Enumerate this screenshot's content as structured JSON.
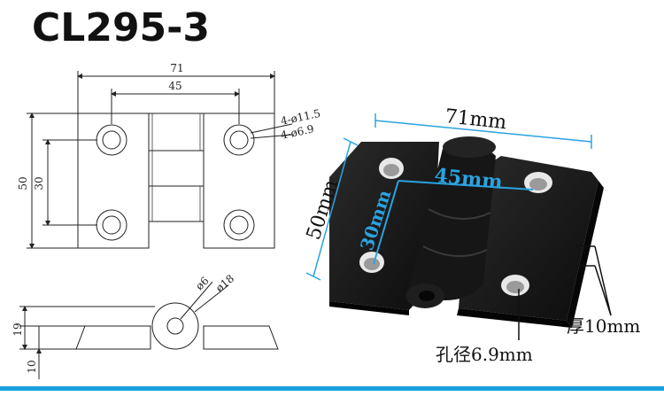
{
  "title": "CL295-3",
  "accent_color": "#1aa0df",
  "drawing": {
    "dim_width_total": "71",
    "dim_hole_spacing_x": "45",
    "dim_height_total": "50",
    "dim_hole_spacing_y": "30",
    "hole_callout_outer": "4-ø11.5",
    "hole_callout_inner": "4-ø6.9",
    "pin_diameter": "ø6",
    "knuckle_diameter": "ø18",
    "side_height": "19",
    "side_thickness": "10"
  },
  "photo_labels": {
    "width": "71mm",
    "height": "50mm",
    "hole_spacing_x": "45mm",
    "hole_spacing_y": "30mm",
    "thickness": "厚10mm",
    "hole_diameter": "孔径6.9mm"
  }
}
